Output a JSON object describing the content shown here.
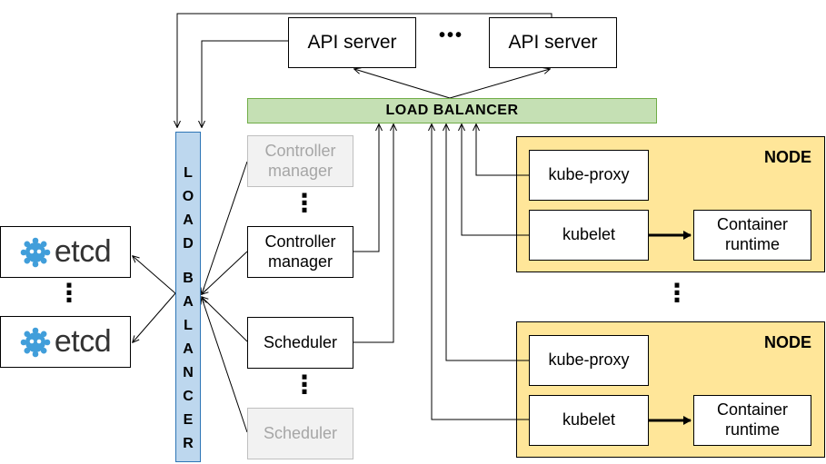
{
  "api_servers": [
    "API server",
    "API server"
  ],
  "ellipsis": "•••",
  "vertical_dots": "⋮",
  "load_balancer_top": "LOAD BALANCER",
  "load_balancer_side": [
    "L",
    "O",
    "A",
    "D",
    "B",
    "A",
    "L",
    "A",
    "N",
    "C",
    "E",
    "R"
  ],
  "controllers": [
    "Controller manager",
    "Controller manager"
  ],
  "schedulers": [
    "Scheduler",
    "Scheduler"
  ],
  "etcd": [
    "etcd",
    "etcd"
  ],
  "nodes": [
    {
      "title": "NODE",
      "kube_proxy": "kube-proxy",
      "kubelet": "kubelet",
      "runtime": "Container runtime"
    },
    {
      "title": "NODE",
      "kube_proxy": "kube-proxy",
      "kubelet": "kubelet",
      "runtime": "Container runtime"
    }
  ],
  "colors": {
    "node_fill": "#ffe699",
    "lb_top_fill": "#c5e0b4",
    "lb_side_fill": "#bdd7ee",
    "etcd_blue": "#419eda",
    "ghost_text": "#a6a6a6"
  }
}
